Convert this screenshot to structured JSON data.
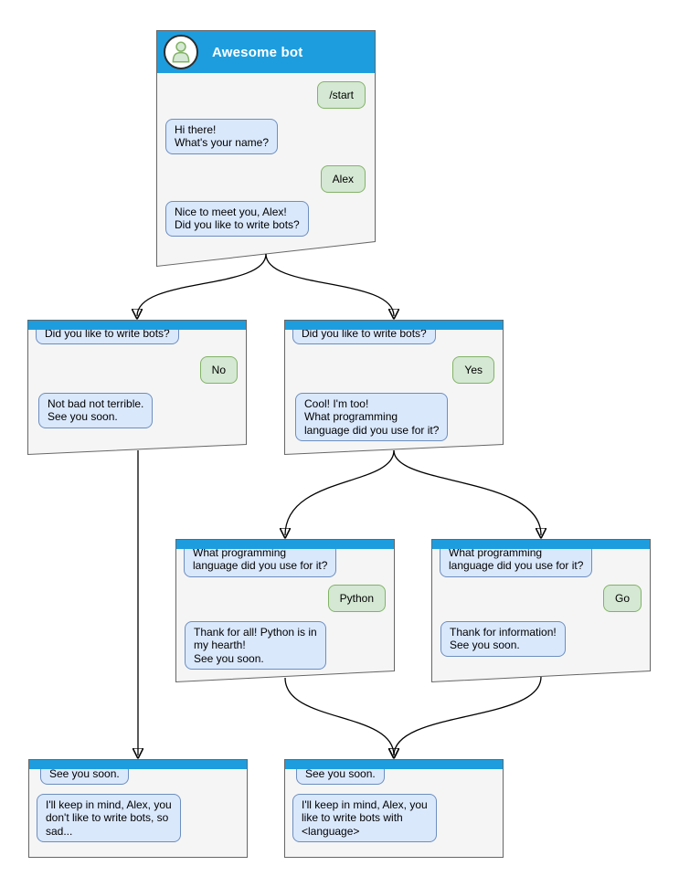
{
  "colors": {
    "header_blue": "#1e9dde",
    "window_bg": "#f5f5f5",
    "window_border": "#666666",
    "bot_bubble_bg": "#dae8fc",
    "bot_bubble_border": "#6c8ebf",
    "user_bubble_bg": "#d5e8d4",
    "user_bubble_border": "#82b366"
  },
  "bot_window": {
    "title": "Awesome bot",
    "messages": [
      {
        "side": "user",
        "text": "/start"
      },
      {
        "side": "bot",
        "text": "Hi there!\nWhat's your name?"
      },
      {
        "side": "user",
        "text": "Alex"
      },
      {
        "side": "bot",
        "text": "Nice to meet you, Alex!\nDid you like to write bots?"
      }
    ]
  },
  "branch_no": {
    "messages": [
      {
        "side": "bot",
        "text": "Did you like to write bots?"
      },
      {
        "side": "user",
        "text": "No"
      },
      {
        "side": "bot",
        "text": "Not bad not terrible.\nSee you soon."
      }
    ]
  },
  "branch_yes": {
    "messages": [
      {
        "side": "bot",
        "text": "Did you like to write bots?"
      },
      {
        "side": "user",
        "text": "Yes"
      },
      {
        "side": "bot",
        "text": "Cool! I'm too!\nWhat programming\nlanguage did you use for it?"
      }
    ]
  },
  "branch_python": {
    "messages": [
      {
        "side": "bot",
        "text": "What programming\nlanguage did you use for it?"
      },
      {
        "side": "user",
        "text": "Python"
      },
      {
        "side": "bot",
        "text": "Thank for all! Python is in\nmy hearth!\nSee you soon."
      }
    ]
  },
  "branch_go": {
    "messages": [
      {
        "side": "bot",
        "text": "What programming\nlanguage did you use for it?"
      },
      {
        "side": "user",
        "text": "Go"
      },
      {
        "side": "bot",
        "text": "Thank for information!\nSee you soon."
      }
    ]
  },
  "end_no": {
    "messages": [
      {
        "side": "bot",
        "text": "See you soon."
      },
      {
        "side": "bot",
        "text": "I'll keep in mind, Alex, you\ndon't like to write bots, so\nsad..."
      }
    ]
  },
  "end_language": {
    "messages": [
      {
        "side": "bot",
        "text": "See you soon."
      },
      {
        "side": "bot",
        "text": "I'll keep in mind, Alex, you\nlike to write bots with\n<language>"
      }
    ]
  }
}
